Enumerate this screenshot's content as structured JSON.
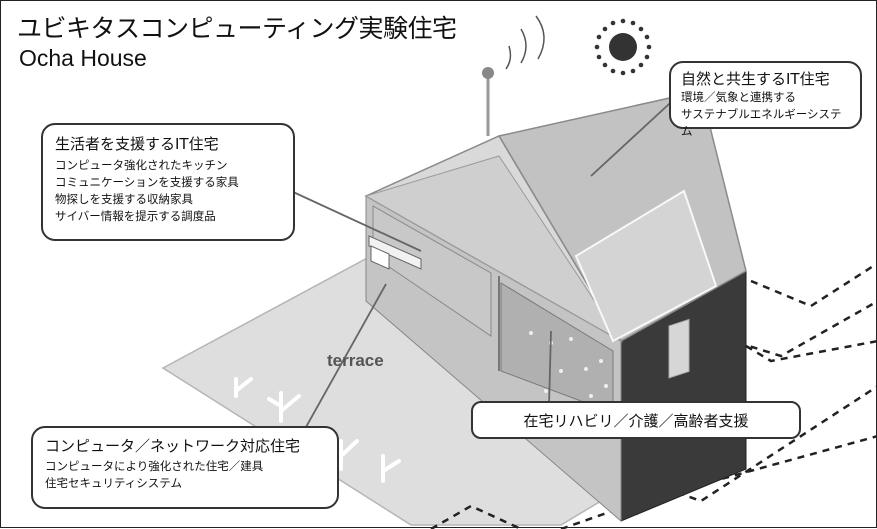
{
  "title": "ユビキタスコンピューティング実験住宅",
  "subtitle": "Ocha House",
  "terrace_label": "terrace",
  "callouts": {
    "nature": {
      "heading": "自然と共生するIT住宅",
      "lines": [
        "環境／気象と連携する",
        "サステナブルエネルギーシステム"
      ]
    },
    "living": {
      "heading": "生活者を支援するIT住宅",
      "lines": [
        "コンピュータ強化されたキッチン",
        "コミュニケーションを支援する家具",
        "物探しを支援する収納家具",
        "サイバー情報を提示する調度品"
      ]
    },
    "rehab": {
      "heading": "在宅リハビリ／介護／高齢者支援"
    },
    "network": {
      "heading": "コンピュータ／ネットワーク対応住宅",
      "lines": [
        "コンピュータにより強化された住宅／建具",
        "住宅セキュリティシステム"
      ]
    }
  },
  "icons": [
    "sun-icon",
    "antenna-icon",
    "wifi-waves-icon",
    "tree-icon"
  ]
}
